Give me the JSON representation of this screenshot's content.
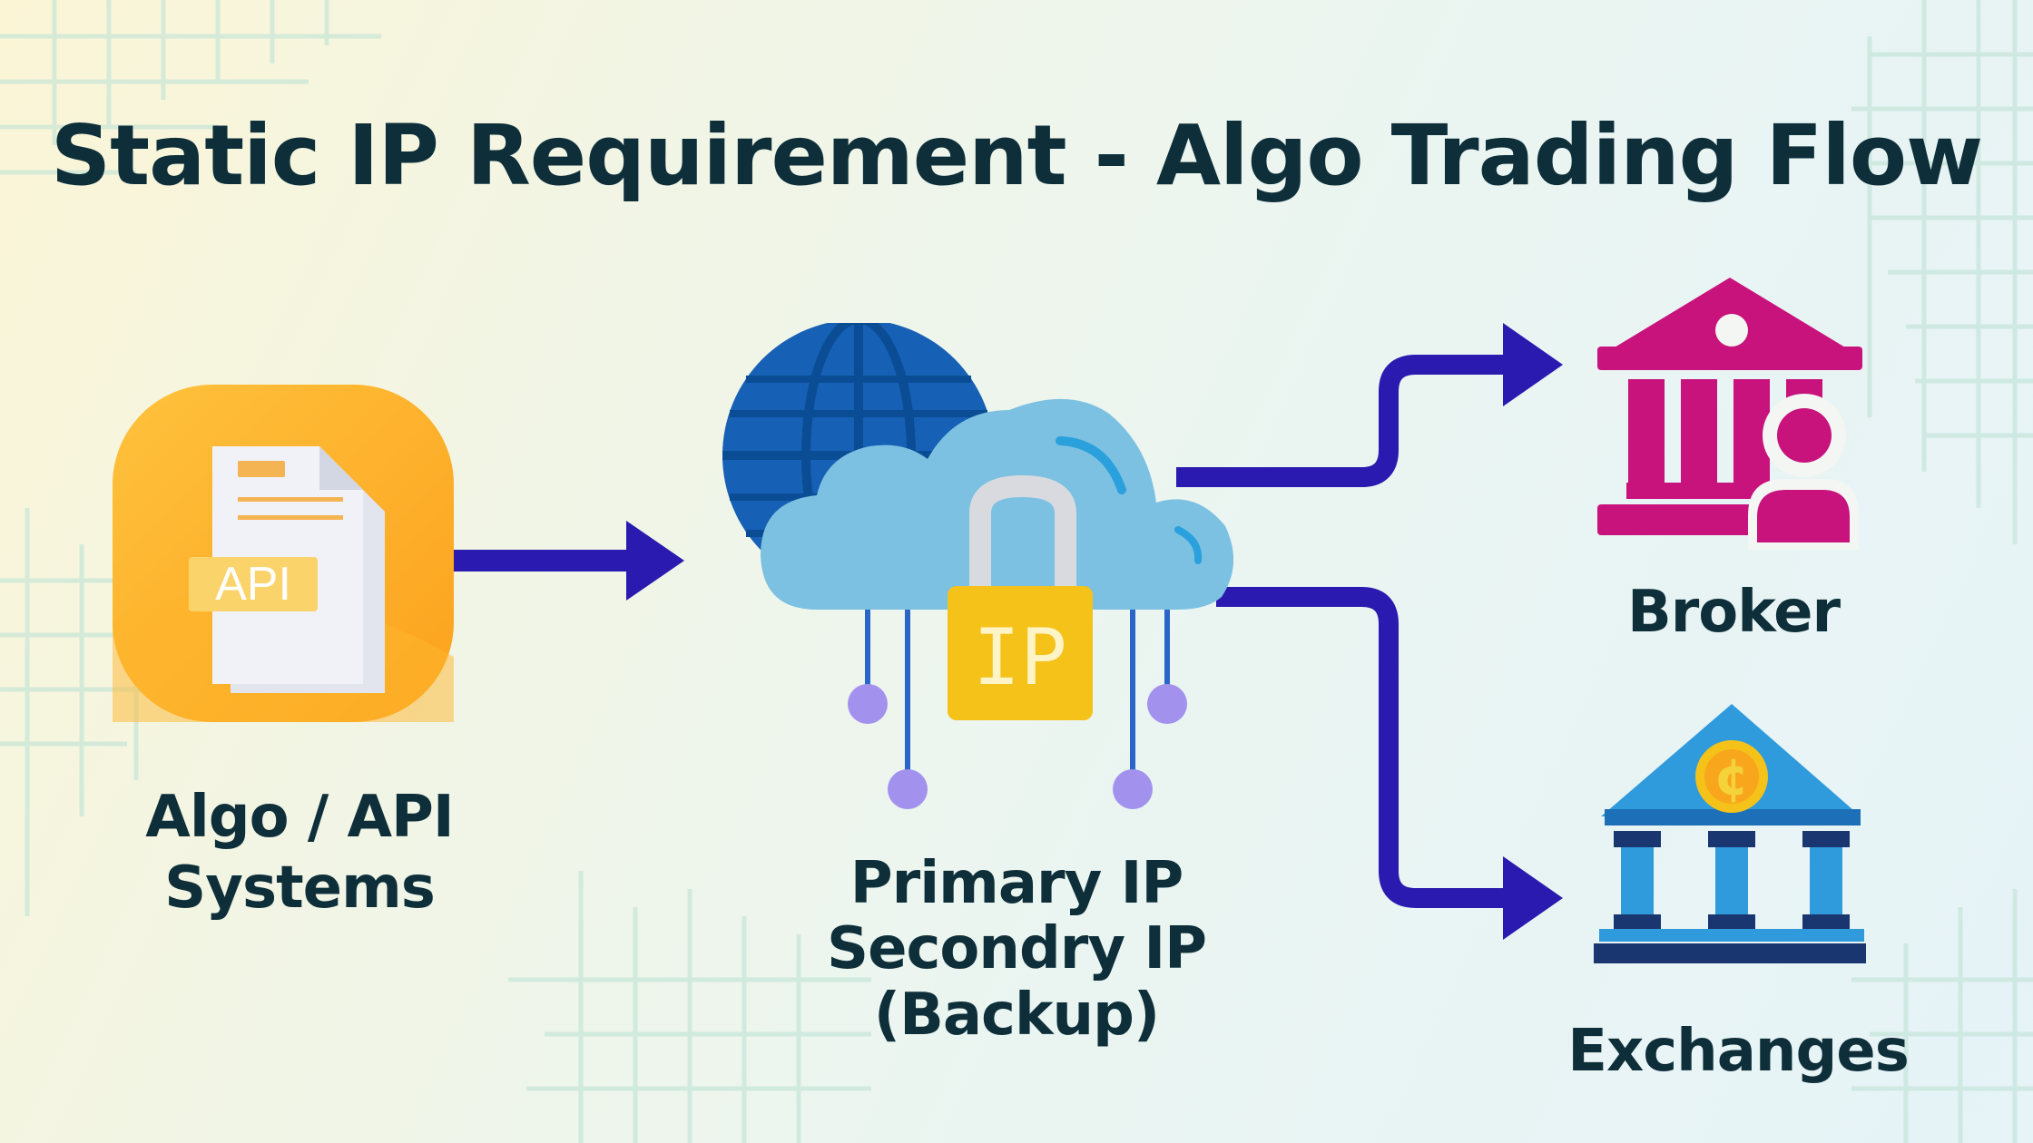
{
  "title": "Static IP Requirement - Algo Trading Flow",
  "nodes": {
    "api": {
      "badge": "API",
      "label_lines": [
        "Algo / API",
        "Systems"
      ],
      "icon": "api-document-icon"
    },
    "ip": {
      "badge": "IP",
      "label_lines": [
        "Primary IP",
        "Secondry IP",
        "(Backup)"
      ],
      "icon": "cloud-lock-globe-icon"
    },
    "broker": {
      "label": "Broker",
      "icon": "bank-person-icon"
    },
    "exchanges": {
      "label": "Exchanges",
      "icon": "bank-coin-icon"
    }
  },
  "colors": {
    "title": "#0e2f3a",
    "arrow": "#2a1ab0",
    "api_tile": "#fdb52a",
    "broker": "#c8127c",
    "exchange": "#2f9bdc",
    "cloud": "#7cc1e2",
    "lock": "#f5c21a",
    "globe": "#1660b5"
  }
}
